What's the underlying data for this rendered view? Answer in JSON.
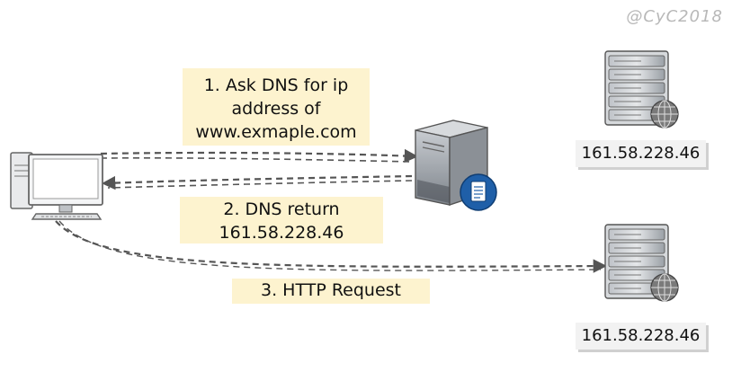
{
  "watermark": "@CyC2018",
  "steps": {
    "ask": [
      "1. Ask DNS for ip",
      "address of",
      "www.exmaple.com"
    ],
    "dns_return": [
      "2. DNS return",
      "161.58.228.46"
    ],
    "http_request": "3. HTTP Request"
  },
  "servers": {
    "top_ip": "161.58.228.46",
    "bottom_ip": "161.58.228.46"
  },
  "colors": {
    "note_fill": "#fdf3cf",
    "arrow": "#555555",
    "ip_label_fill": "#f2f2f2",
    "globe": "#6f6f6f",
    "dns_badge": "#1f5fa8"
  },
  "icons": [
    "computer-icon",
    "dns-server-icon",
    "web-server-icon",
    "globe-icon",
    "document-icon"
  ]
}
